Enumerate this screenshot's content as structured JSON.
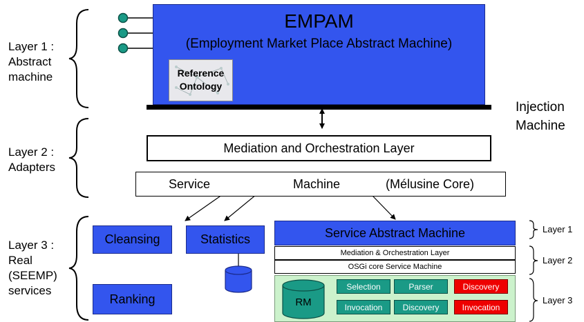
{
  "layers_left": {
    "layer1": [
      "Layer 1 :",
      "Abstract",
      "machine"
    ],
    "layer2": [
      "Layer 2 :",
      "Adapters"
    ],
    "layer3": [
      "Layer 3 :",
      "Real",
      "(SEEMP)",
      "services"
    ]
  },
  "empam": {
    "title": "EMPAM",
    "subtitle": "(Employment Market Place Abstract Machine)",
    "ontology": [
      "Reference",
      "Ontology"
    ]
  },
  "injection_machine": [
    "Injection",
    "Machine"
  ],
  "mediation_layer": "Mediation and Orchestration Layer",
  "service_machine": {
    "word1": "Service",
    "word2": "Machine",
    "word3": "(Mélusine Core)"
  },
  "services": {
    "cleansing": "Cleansing",
    "statistics": "Statistics",
    "ranking": "Ranking"
  },
  "sam": {
    "title": "Service Abstract Machine",
    "mediation": "Mediation & Orchestration Layer",
    "osgi": "OSGi core Service Machine",
    "rm": "RM",
    "cells": {
      "selection": "Selection",
      "parser": "Parser",
      "discovery_red": "Discovery",
      "invocation": "Invocation",
      "discovery": "Discovery",
      "invocation_red": "Invocation"
    }
  },
  "right_labels": {
    "layer1": "Layer 1",
    "layer2": "Layer 2",
    "layer3": "Layer 3"
  },
  "colors": {
    "blue": "#3355ee",
    "teal": "#1a9a86",
    "red": "#ee0000",
    "green_panel": "#ccf2cc"
  }
}
